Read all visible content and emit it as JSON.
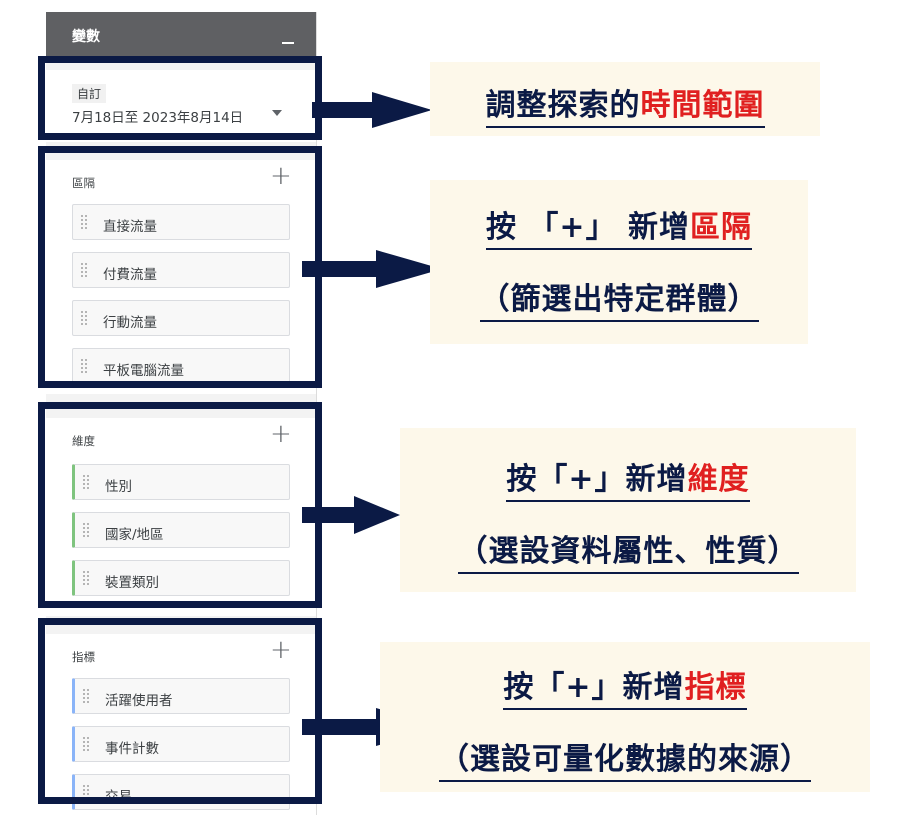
{
  "panel": {
    "title": "變數",
    "date": {
      "tag": "自訂",
      "range": "7月18日至 2023年8月14日"
    },
    "segments": {
      "label": "區隔",
      "items": [
        "直接流量",
        "付費流量",
        "行動流量",
        "平板電腦流量"
      ]
    },
    "dimensions": {
      "label": "維度",
      "items": [
        "性別",
        "國家/地區",
        "裝置類別"
      ]
    },
    "metrics": {
      "label": "指標",
      "items": [
        "活躍使用者",
        "事件計數",
        "交易"
      ]
    }
  },
  "annotations": {
    "date": {
      "text": "調整探索的",
      "highlight": "時間範圍"
    },
    "segments": {
      "prefix": "按 「+」 新增",
      "highlight": "區隔",
      "detail": "（篩選出特定群體）"
    },
    "dimensions": {
      "prefix": "按「+」新增",
      "highlight": "維度",
      "detail": "（選設資料屬性、性質）"
    },
    "metrics": {
      "prefix": "按「+」新增",
      "highlight": "指標",
      "detail": "（選設可量化數據的來源）"
    }
  },
  "colors": {
    "frame": "#0b1a45",
    "highlight": "#e02020",
    "callout_bg": "#fdf8ea",
    "dimension_accent": "#7fc47f",
    "metric_accent": "#8ab4f8"
  }
}
